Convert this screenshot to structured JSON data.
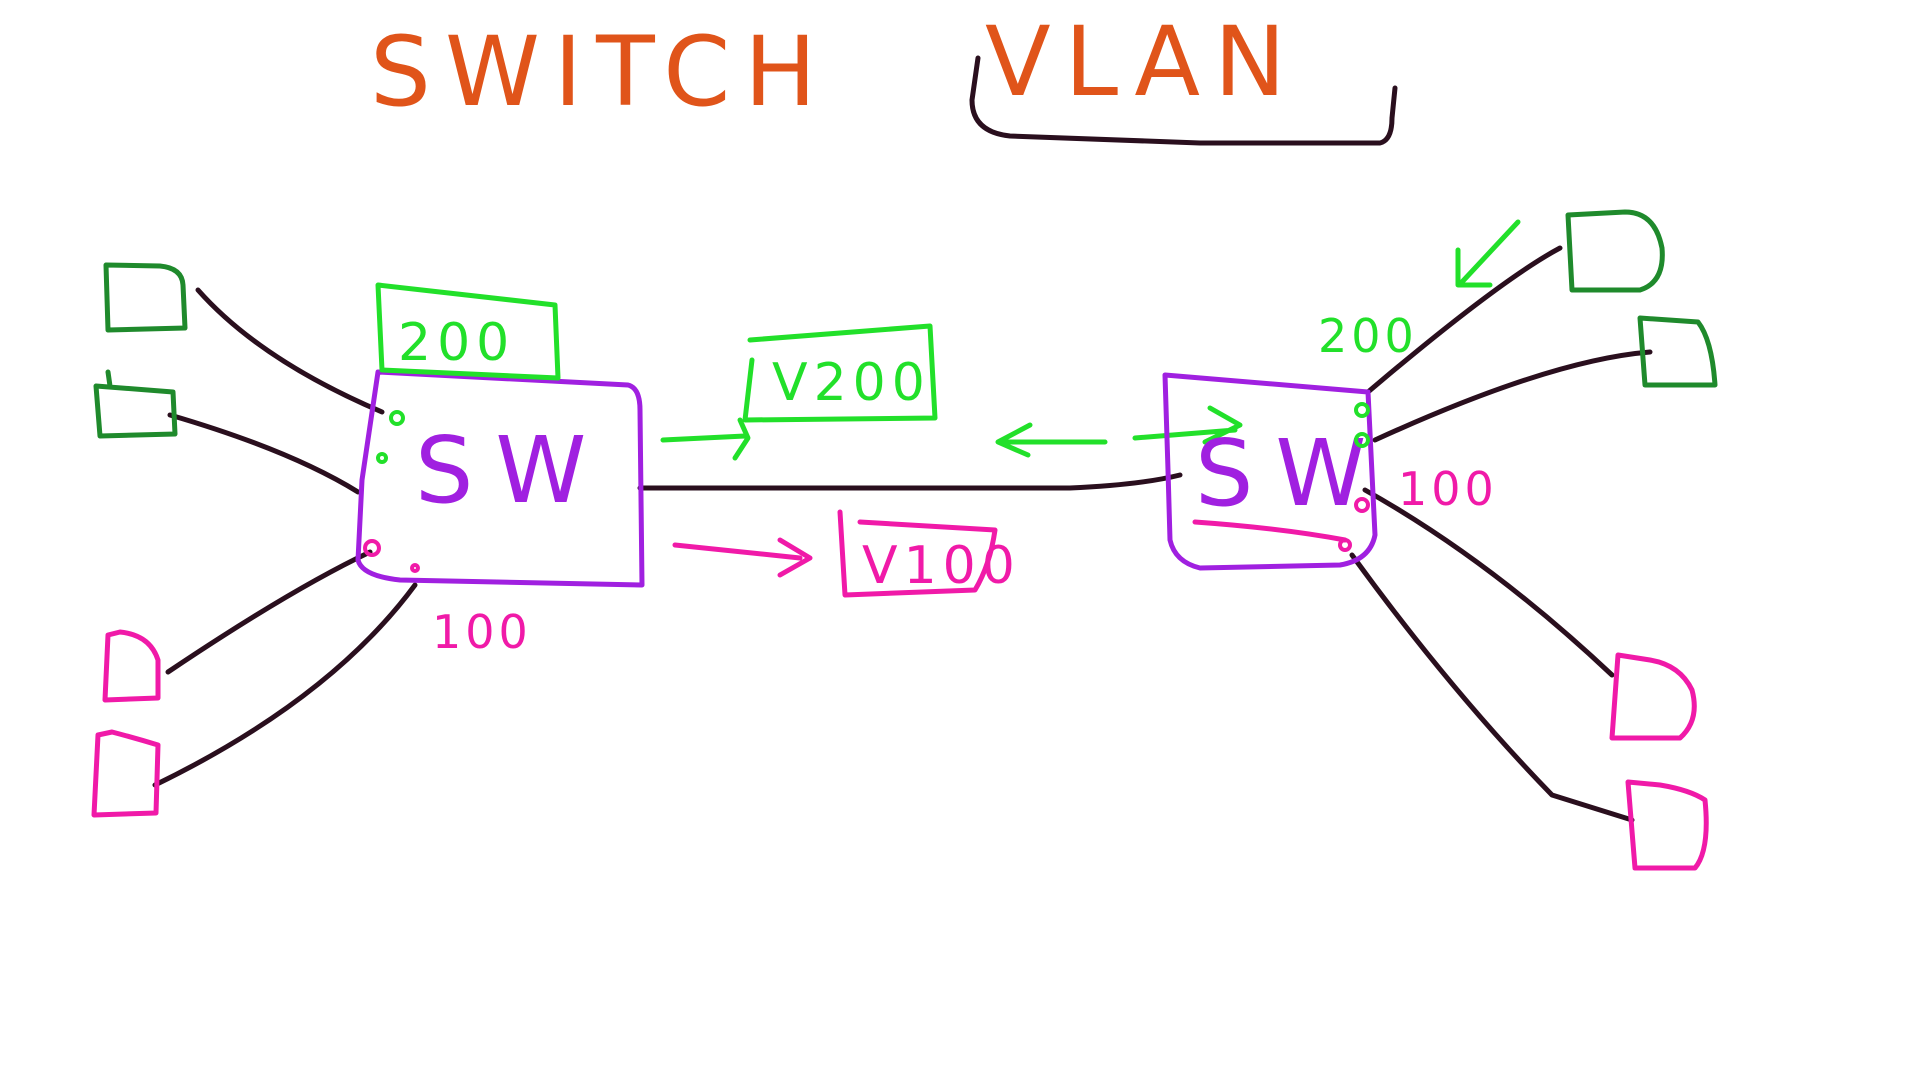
{
  "title": {
    "left": "SWITCH",
    "right": "VLAN"
  },
  "switches": {
    "left": {
      "label": "SW"
    },
    "right": {
      "label": "SW"
    }
  },
  "vlans": {
    "green": {
      "id": "200",
      "color": "#22e02a",
      "host_color": "#1f8a2c"
    },
    "pink": {
      "id": "100",
      "color": "#f01aa8",
      "host_color": "#f01aa8"
    }
  },
  "labels": {
    "left_green_tag": "200",
    "left_pink_label": "100",
    "right_green_label": "200",
    "right_pink_label": "100",
    "trunk_green_frame": "V200",
    "trunk_pink_frame": "V100"
  },
  "colors": {
    "title": "#e0541a",
    "switch": "#a020e0",
    "cable": "#2a0f1e",
    "bracket": "#2a0f1e",
    "background": "#ffffff"
  }
}
